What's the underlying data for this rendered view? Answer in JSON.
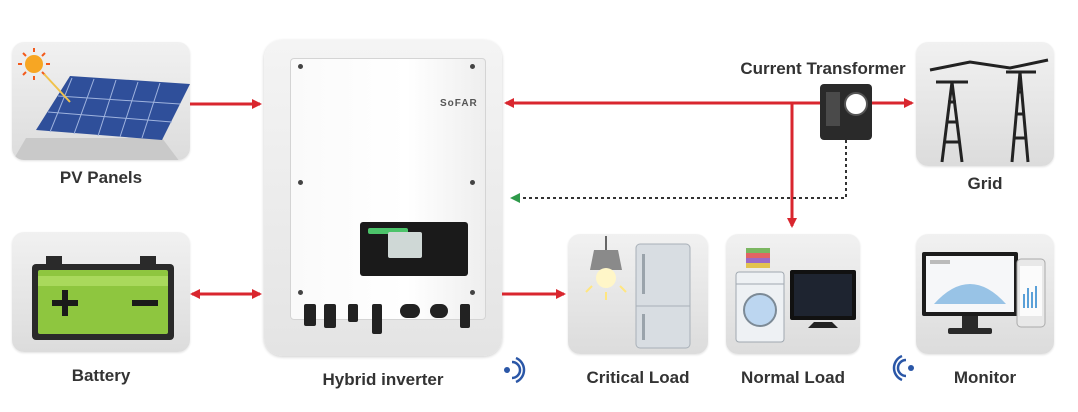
{
  "labels": {
    "pv": "PV Panels",
    "battery": "Battery",
    "inverter": "Hybrid inverter",
    "critical": "Critical Load",
    "normal": "Normal Load",
    "monitor": "Monitor",
    "grid": "Grid",
    "ct": "Current Transformer"
  },
  "inverter_brand": "SoFAR",
  "colors": {
    "arrow": "#d9262e",
    "dotted": "#333333",
    "dotted_head": "#2e9a4a",
    "wifi": "#2b57a7"
  },
  "icons": [
    "solar-panel-icon",
    "battery-icon",
    "transmission-tower-icon",
    "current-transformer-icon",
    "lamp-icon",
    "refrigerator-icon",
    "washing-machine-icon",
    "tv-icon",
    "monitor-icon",
    "phone-icon",
    "wifi-icon"
  ]
}
